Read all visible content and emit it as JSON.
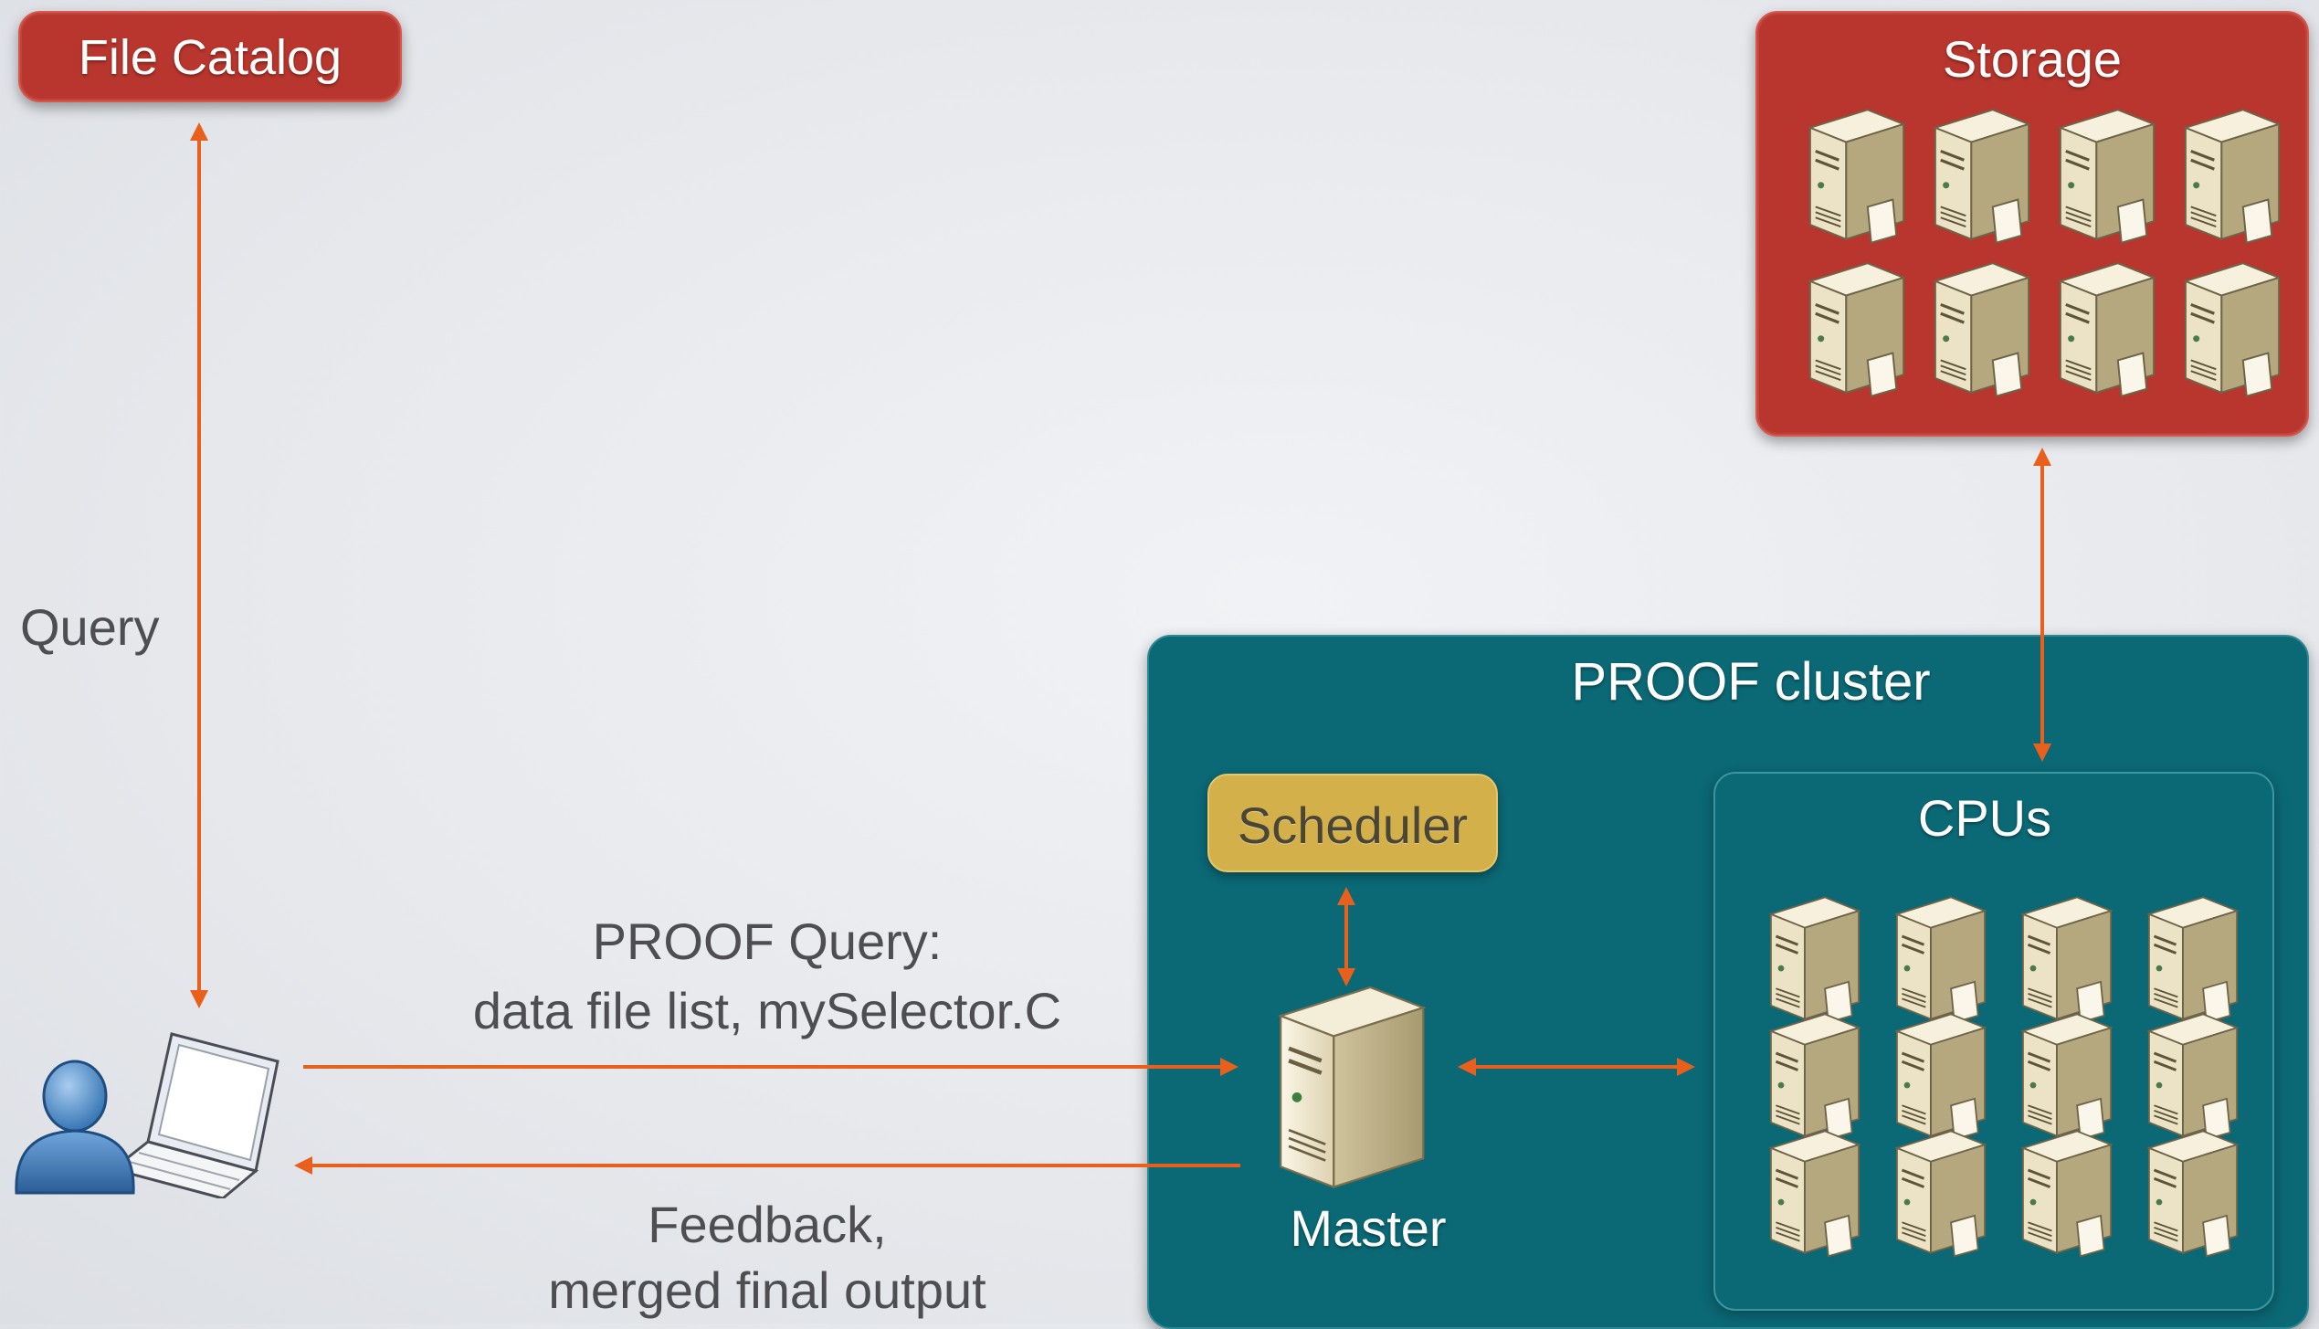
{
  "file_catalog": {
    "label": "File Catalog"
  },
  "storage": {
    "label": "Storage",
    "server_count": 8
  },
  "proof_cluster": {
    "label": "PROOF cluster",
    "scheduler_label": "Scheduler",
    "master_label": "Master",
    "cpus": {
      "label": "CPUs",
      "server_count": 12
    }
  },
  "edges": {
    "query_label": "Query",
    "proof_query_line1": "PROOF Query:",
    "proof_query_line2": "data file list, mySelector.C",
    "feedback_line1": "Feedback,",
    "feedback_line2": "merged final output"
  },
  "colors": {
    "arrow": "#e8601c",
    "red_box": "#b8362d",
    "teal_box": "#0b6875",
    "scheduler": "#d4b04a",
    "server_body": "#e8dfc4"
  },
  "icons": {
    "user": "user-laptop-icon",
    "server": "server-tower-icon"
  }
}
